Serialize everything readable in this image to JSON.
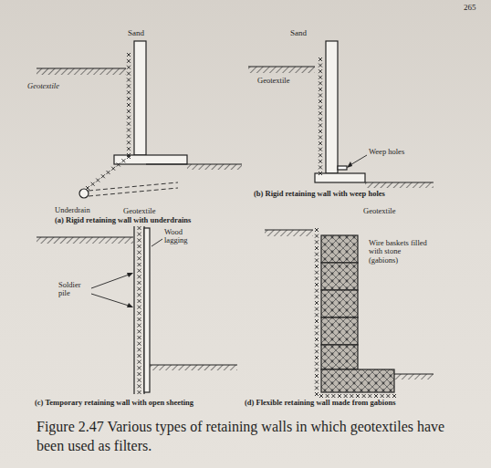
{
  "diagram": {
    "caption": "Figure 2.47 Various types of retaining walls in which geotextiles have been used as filters.",
    "labels": [
      "Sand",
      "Geotextile",
      "Underdrain",
      "(a) Rigid retaining wall with underdrains",
      "Sand",
      "Geotextile",
      "Weep holes",
      "(b) Rigid retaining wall with weep holes",
      "Geotextile",
      "Wood lagging",
      "Soldier pile",
      "(c) Temporary retaining wall with open sheeting",
      "Geotextile",
      "Wire baskets filled with stone (gabions)",
      "(d) Flexible retaining wall made from gabions",
      "265"
    ]
  }
}
